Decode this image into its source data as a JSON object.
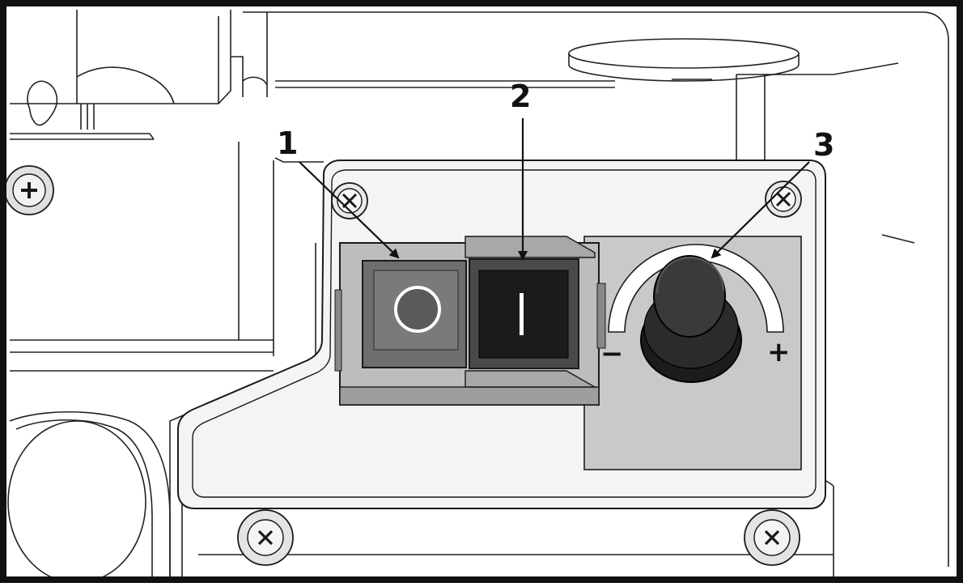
{
  "callouts": [
    {
      "label": "1",
      "target": "off-switch-button"
    },
    {
      "label": "2",
      "target": "on-switch-button"
    },
    {
      "label": "3",
      "target": "adjustment-knob"
    }
  ],
  "switch": {
    "off_symbol": "O",
    "on_symbol": "I"
  },
  "knob_scale": {
    "minus_label": "−",
    "plus_label": "+"
  },
  "colors": {
    "line": "#1a1a1a",
    "panel_gray": "#c9c9c9",
    "switch_housing": "#bdbdbd",
    "off_button": "#6e6e6e",
    "on_button": "#1b1b1b",
    "knob": "#3a3a3a",
    "frame": "#111111"
  },
  "icons": [
    "screw-icon",
    "arrow-icon"
  ]
}
